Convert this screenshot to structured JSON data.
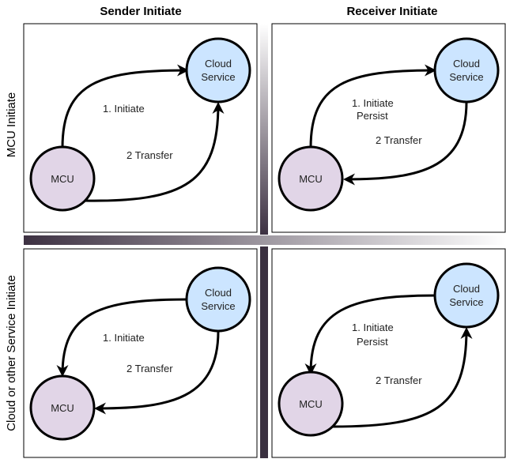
{
  "columns": {
    "left": "Sender Initiate",
    "right": "Receiver Initiate"
  },
  "rows": {
    "top": "MCU Initiate",
    "bottom": "Cloud or other Service Initiate"
  },
  "nodes": {
    "cloud_line1": "Cloud",
    "cloud_line2": "Service",
    "mcu": "MCU"
  },
  "quadrants": {
    "top_left": {
      "step1": "1. Initiate",
      "step2": "2 Transfer"
    },
    "top_right": {
      "step1_line1": "1. Initiate",
      "step1_line2": "Persist",
      "step2": "2 Transfer"
    },
    "bottom_left": {
      "step1": "1. Initiate",
      "step2": "2 Transfer"
    },
    "bottom_right": {
      "step1_line1": "1. Initiate",
      "step1_line2": "Persist",
      "step2": "2 Transfer"
    }
  },
  "colors": {
    "cloud_fill": "#cce5ff",
    "mcu_fill": "#e1d5e7",
    "divider": "#5a4d63"
  }
}
